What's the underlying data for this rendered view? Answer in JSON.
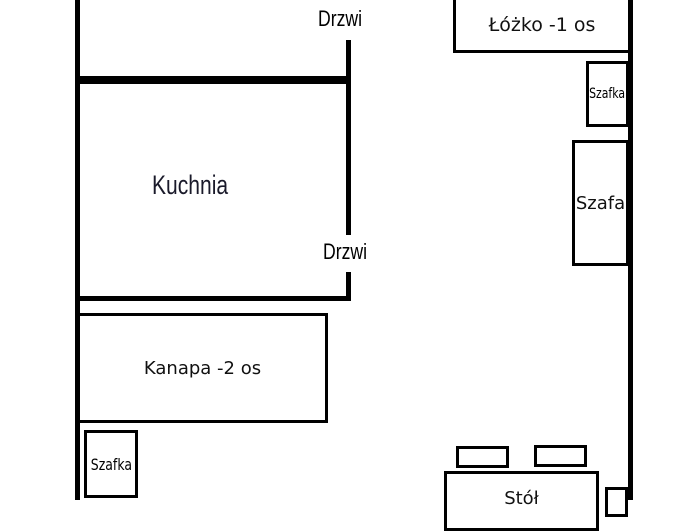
{
  "plan": {
    "rooms": [
      {
        "id": "kitchen",
        "label": "Kuchnia"
      }
    ],
    "doors": [
      {
        "id": "door-top",
        "label": "Drzwi"
      },
      {
        "id": "door-kitchen",
        "label": "Drzwi"
      }
    ],
    "furniture": [
      {
        "id": "bed",
        "label": "Łóżko -1 os"
      },
      {
        "id": "cabinet-right",
        "label": "Szafka"
      },
      {
        "id": "wardrobe",
        "label": "Szafa"
      },
      {
        "id": "sofa",
        "label": "Kanapa -2 os"
      },
      {
        "id": "cabinet-left",
        "label": "Szafka"
      },
      {
        "id": "chair-1",
        "label": ""
      },
      {
        "id": "chair-2",
        "label": ""
      },
      {
        "id": "table",
        "label": "Stół"
      },
      {
        "id": "small-cabinet-bottom",
        "label": ""
      }
    ]
  },
  "colors": {
    "wall": "#000000",
    "background": "#ffffff"
  }
}
